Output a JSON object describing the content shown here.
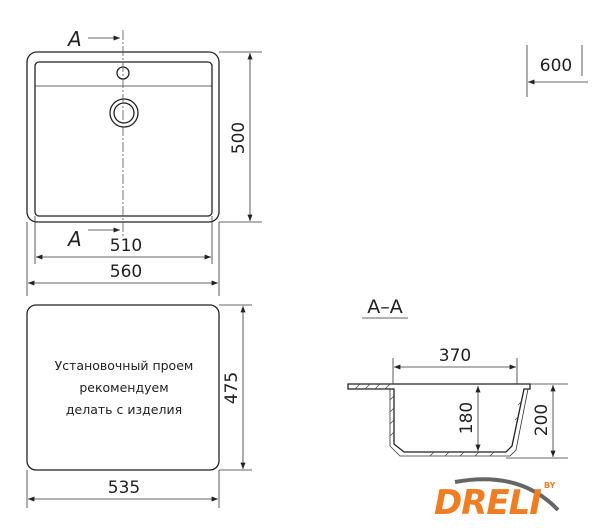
{
  "top_view": {
    "section_mark_top": "A",
    "section_mark_bottom": "A",
    "dim_height": "500",
    "dim_inner_width": "510",
    "dim_outer_width": "560"
  },
  "bottom_view": {
    "note_lines": [
      "Установочный проем",
      "рекомендуем",
      "делать с изделия"
    ],
    "dim_height": "475",
    "dim_width": "535"
  },
  "cabinet": {
    "dim_cabinet": "600"
  },
  "section": {
    "title": "A–A",
    "dim_bowl_width": "370",
    "dim_bowl_depth": "180",
    "dim_total_depth": "200"
  },
  "logo": {
    "text": "DRELI",
    "suffix": "BY",
    "color": "#f07d22"
  }
}
